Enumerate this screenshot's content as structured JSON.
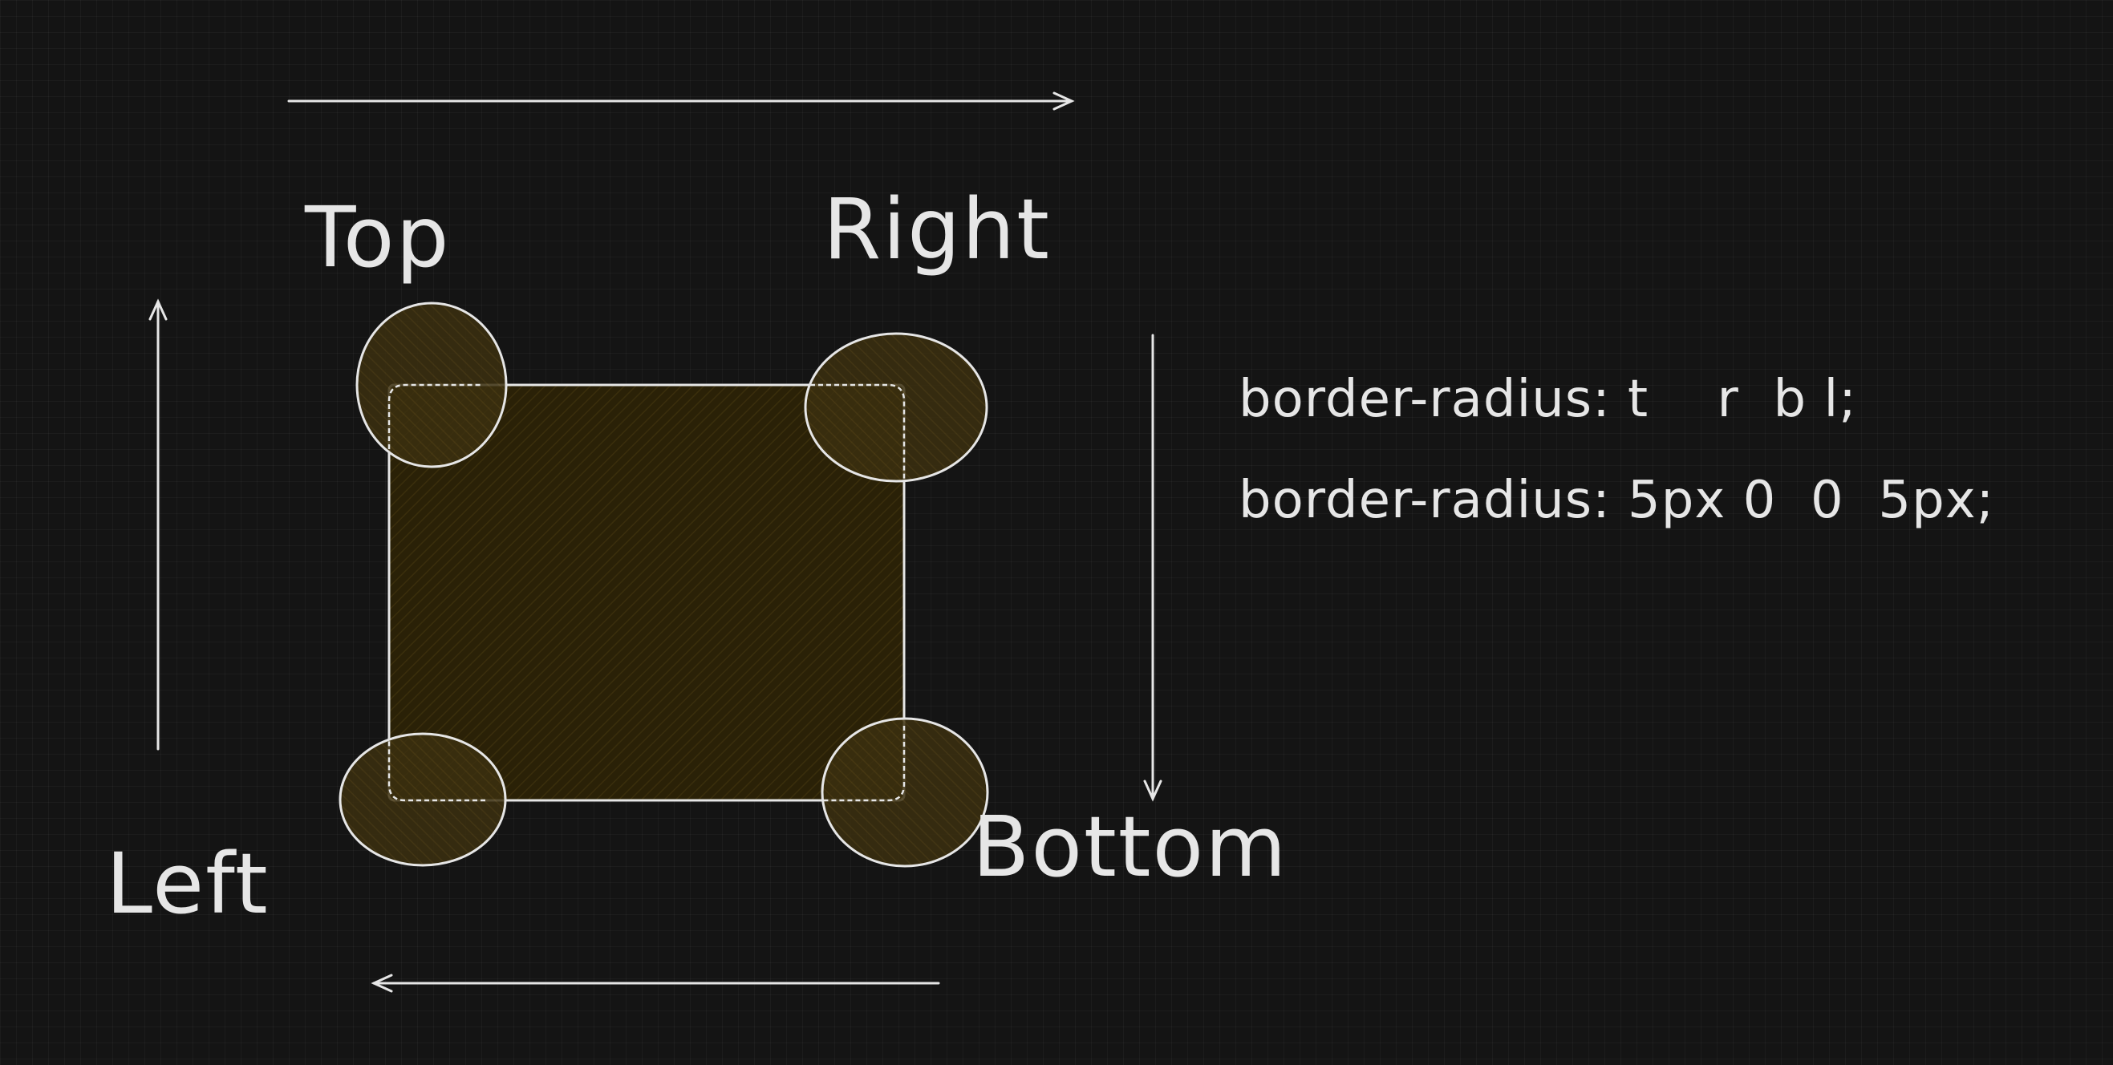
{
  "labels": {
    "top": "Top",
    "right": "Right",
    "bottom": "Bottom",
    "left": "Left"
  },
  "code": {
    "line1": "border-radius: t    r  b l;",
    "line2": "border-radius: 5px 0  0  5px;"
  },
  "colors": {
    "background": "#141414",
    "stroke": "#e6e6e6",
    "box_fill": "#2a2107",
    "circle_fill": "#3f3210"
  }
}
